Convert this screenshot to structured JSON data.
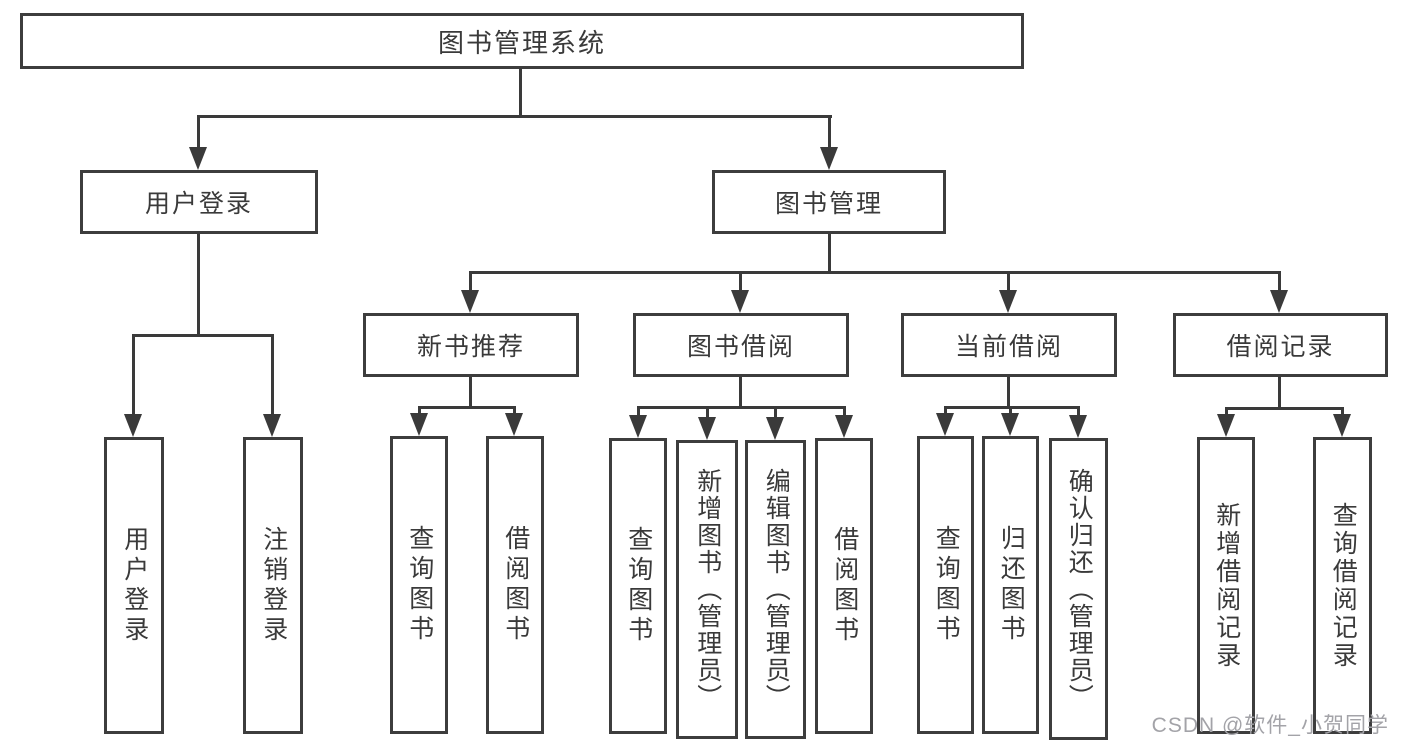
{
  "diagram": {
    "type": "hierarchy-tree",
    "tree": {
      "label": "图书管理系统",
      "children": [
        {
          "label": "用户登录",
          "children": [
            {
              "label": "用户登录"
            },
            {
              "label": "注销登录"
            }
          ]
        },
        {
          "label": "图书管理",
          "children": [
            {
              "label": "新书推荐",
              "children": [
                {
                  "label": "查询图书"
                },
                {
                  "label": "借阅图书"
                }
              ]
            },
            {
              "label": "图书借阅",
              "children": [
                {
                  "label": "查询图书"
                },
                {
                  "label": "新增图书（管理员）"
                },
                {
                  "label": "编辑图书（管理员）"
                },
                {
                  "label": "借阅图书"
                }
              ]
            },
            {
              "label": "当前借阅",
              "children": [
                {
                  "label": "查询图书"
                },
                {
                  "label": "归还图书"
                },
                {
                  "label": "确认归还（管理员）"
                }
              ]
            },
            {
              "label": "借阅记录",
              "children": [
                {
                  "label": "新增借阅记录"
                },
                {
                  "label": "查询借阅记录"
                }
              ]
            }
          ]
        }
      ]
    },
    "line_color": "#3a3a3a",
    "box_background": "#ffffff"
  },
  "watermark": "CSDN @软件_小贺同学"
}
